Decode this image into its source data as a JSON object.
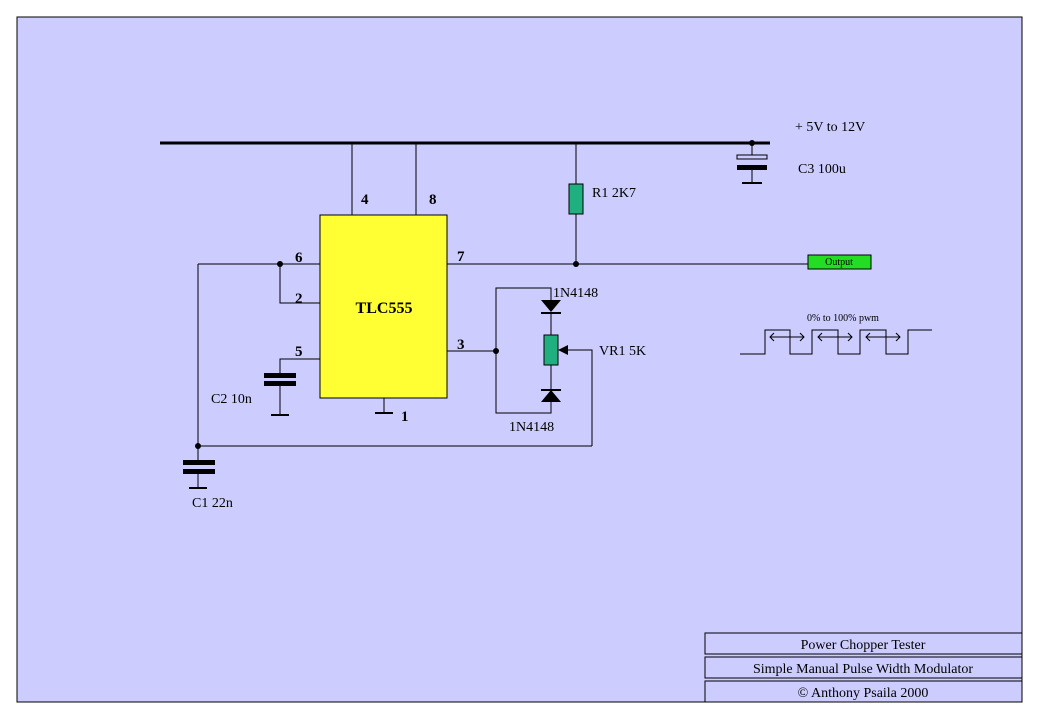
{
  "supply_label": "+ 5V to 12V",
  "ic": {
    "name": "TLC555",
    "pins": {
      "p4": "4",
      "p8": "8",
      "p6": "6",
      "p2": "2",
      "p5": "5",
      "p7": "7",
      "p3": "3",
      "p1": "1"
    }
  },
  "components": {
    "r1": "R1  2K7",
    "c3": "C3 100u",
    "c2": "C2 10n",
    "c1": "C1 22n",
    "vr1": "VR1  5K",
    "d_top": "1N4148",
    "d_bottom": "1N4148"
  },
  "output_label": "Output",
  "pwm_caption": "0% to 100% pwm",
  "title_block": {
    "line1": "Power Chopper Tester",
    "line2": "Simple Manual Pulse Width Modulator",
    "line3": "© Anthony Psaila 2000"
  },
  "colors": {
    "background": "#ccccff",
    "ic_fill": "#ffff33",
    "component_fill": "#20b080",
    "output_fill": "#22dd22"
  }
}
